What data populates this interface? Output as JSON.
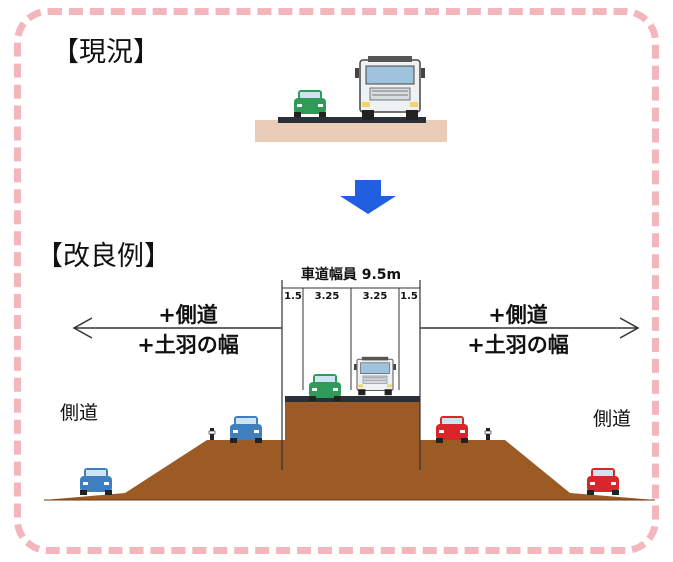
{
  "current_label": "【現況】",
  "improved_label": "【改良例】",
  "road_width_label": "車道幅員 9.5m",
  "lane_widths": [
    "1.5",
    "3.25",
    "3.25",
    "1.5"
  ],
  "left_expand": {
    "line1": "+側道",
    "line2": "+土羽の幅"
  },
  "right_expand": {
    "line1": "+側道",
    "line2": "+土羽の幅"
  },
  "left_side_road": "側道",
  "right_side_road": "側道",
  "colors": {
    "border": "#f4b6bd",
    "embankment": "#9c5a24",
    "arrow": "#1f5fe0",
    "ground": "#e9cdb9",
    "road": "#2b2f38"
  }
}
